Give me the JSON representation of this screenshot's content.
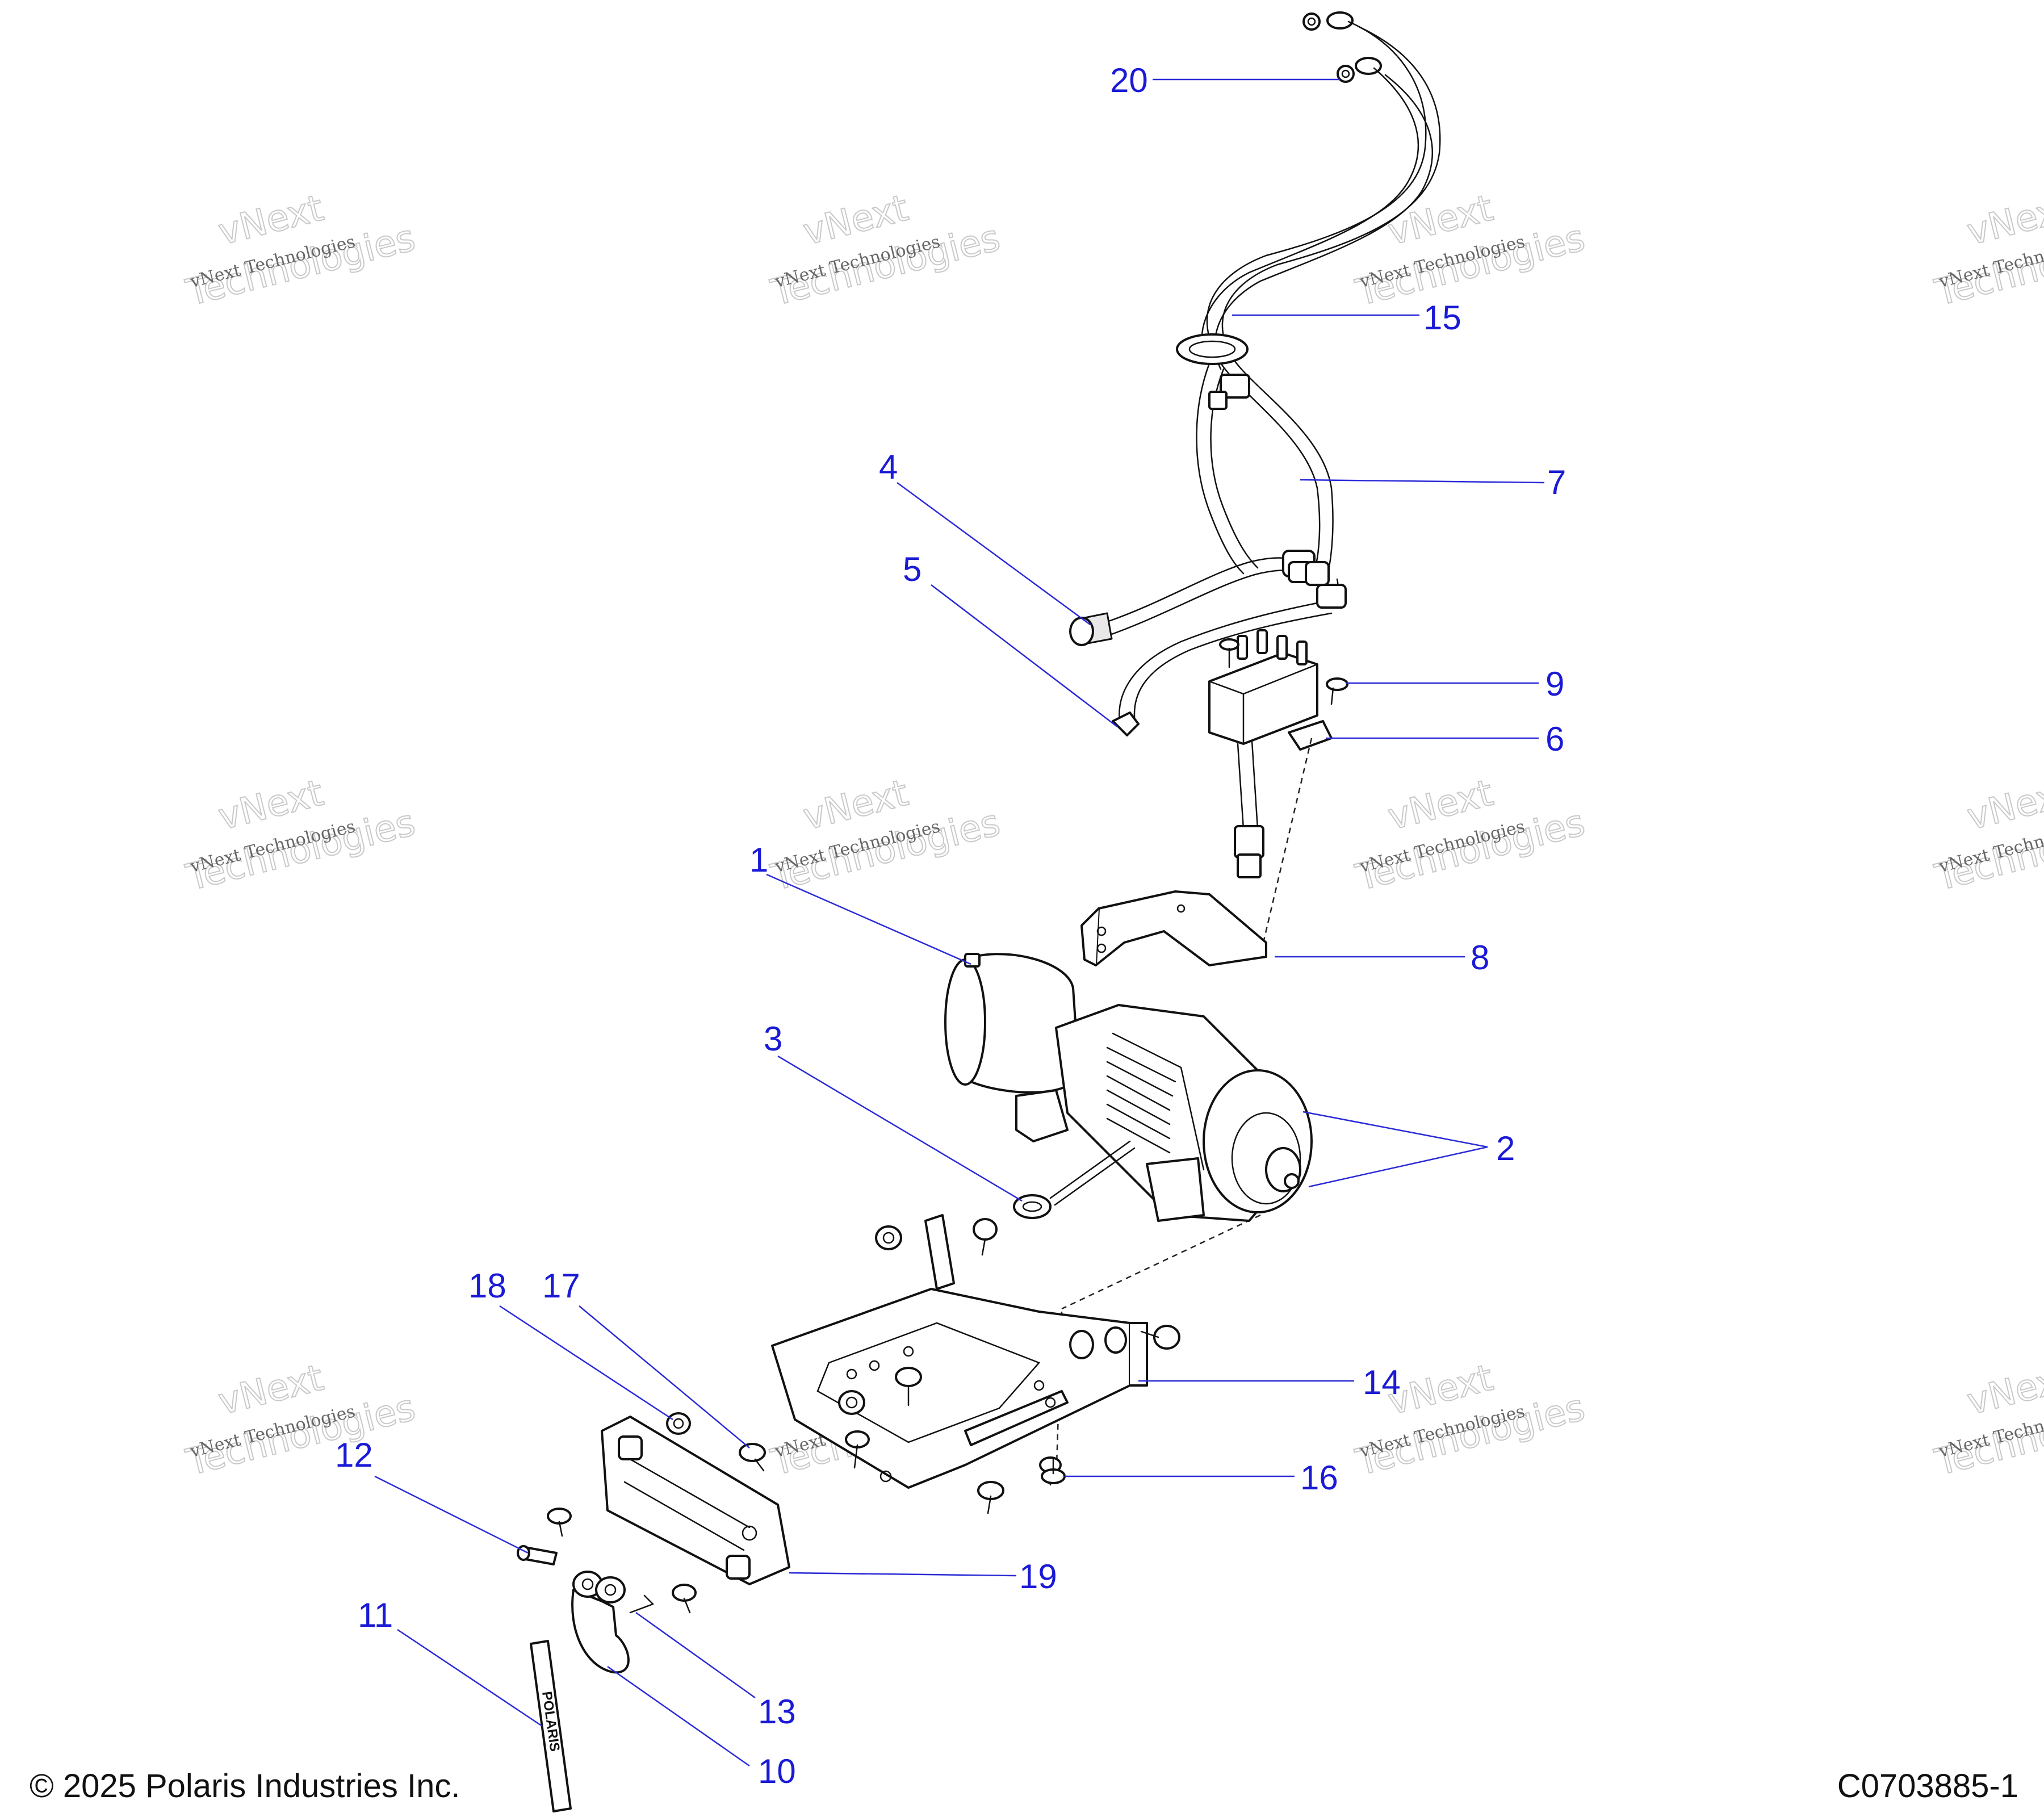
{
  "callouts": [
    {
      "label": "1"
    },
    {
      "label": "2"
    },
    {
      "label": "3"
    },
    {
      "label": "4"
    },
    {
      "label": "5"
    },
    {
      "label": "6"
    },
    {
      "label": "7"
    },
    {
      "label": "8"
    },
    {
      "label": "9"
    },
    {
      "label": "10"
    },
    {
      "label": "11"
    },
    {
      "label": "12"
    },
    {
      "label": "13"
    },
    {
      "label": "14"
    },
    {
      "label": "15"
    },
    {
      "label": "16"
    },
    {
      "label": "17"
    },
    {
      "label": "18"
    },
    {
      "label": "19"
    },
    {
      "label": "20"
    }
  ],
  "watermark": {
    "line1": "vNext Technologies",
    "ghost1": "vNext",
    "ghost2": "Technologies"
  },
  "footer": {
    "copyright": "© 2025 Polaris Industries Inc.",
    "drawing_number": "C0703885-1"
  },
  "plate_text": "POLARIS",
  "colors": {
    "callout": "#1a1ad6",
    "leader": "#2a2ad8",
    "line_art": "#111111"
  }
}
